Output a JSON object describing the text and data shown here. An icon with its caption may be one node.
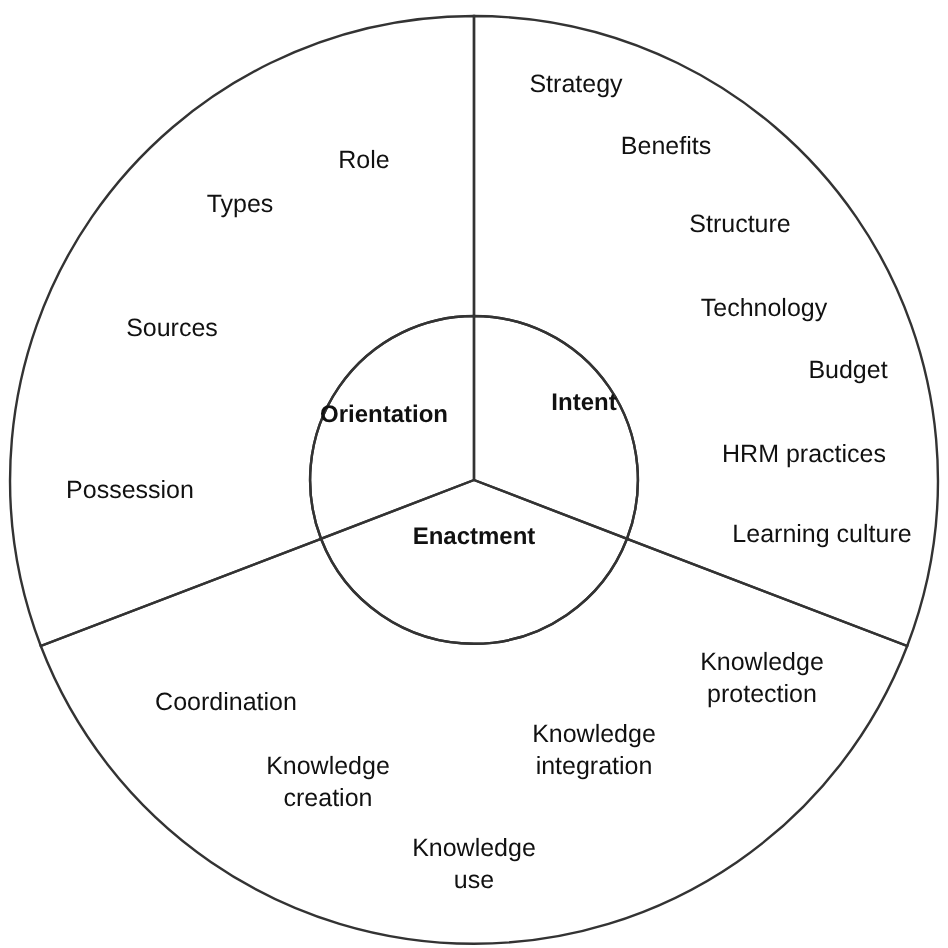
{
  "diagram": {
    "nodes": [
      {
        "text": [
          "Role",
          "Types",
          "Sources",
          "Possession"
        ]
      },
      {
        "text": [
          "Strategy",
          "Benefits",
          "Structure",
          "Technology",
          "Budget",
          "HRM practices",
          "Learning culture"
        ]
      },
      {
        "text": [
          "Coordination",
          "Knowledge creation",
          "Knowledge use",
          "Knowledge integration",
          "Knowledge protection"
        ]
      },
      {
        "text": [
          "Orientation"
        ]
      },
      {
        "text": [
          "Intent"
        ]
      },
      {
        "text": [
          "Enactment"
        ]
      }
    ]
  }
}
